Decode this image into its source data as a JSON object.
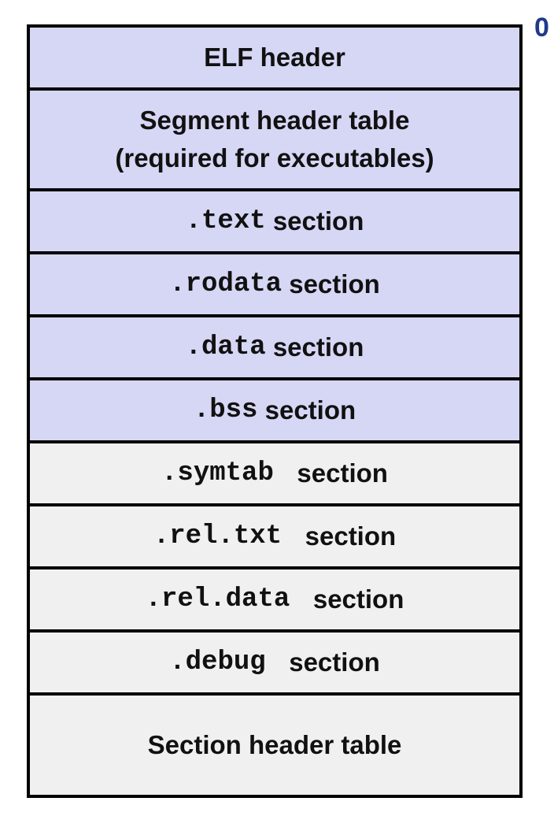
{
  "offset_label": "0",
  "colors": {
    "loaded_section_fill": "#d6d7f5",
    "unloaded_section_fill": "#f0f0f0",
    "offset_label_color": "#1f3a8a"
  },
  "sections": [
    {
      "text": "ELF header"
    },
    {
      "line1": "Segment header table",
      "line2": "(required for executables)"
    },
    {
      "code": ".text",
      "word": " section"
    },
    {
      "code": ".rodata",
      "word": " section"
    },
    {
      "code": ".data",
      "word": " section"
    },
    {
      "code": ".bss",
      "word": " section"
    },
    {
      "code": ".symtab ",
      "word": " section"
    },
    {
      "code": ".rel.txt ",
      "word": " section"
    },
    {
      "code": ".rel.data ",
      "word": " section"
    },
    {
      "code": ".debug ",
      "word": " section"
    },
    {
      "text": "Section header table"
    }
  ]
}
